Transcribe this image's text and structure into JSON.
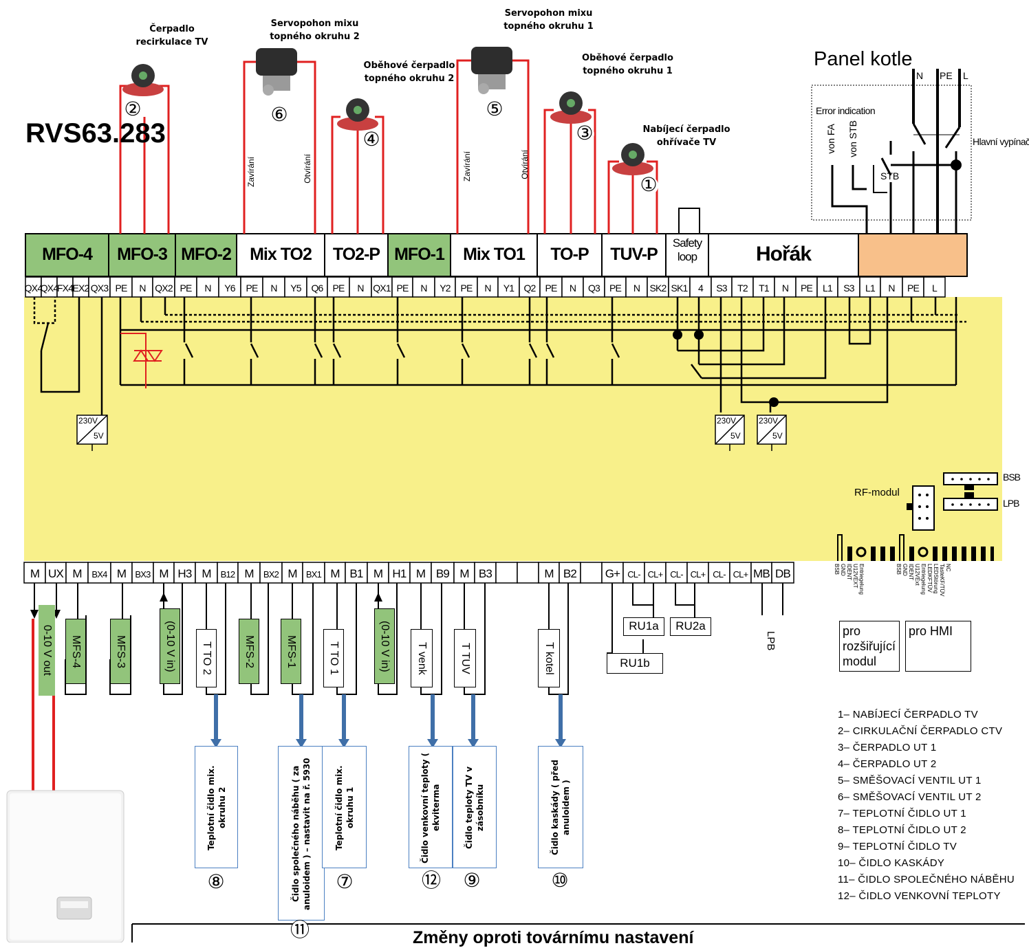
{
  "model": "RVS63.283",
  "panel_title": "Panel kotle",
  "components_top": [
    {
      "key": "c2",
      "title": "Čerpadlo recirkulace TV",
      "num": "②"
    },
    {
      "key": "c6",
      "title": "Servopohon mixu topného okruhu 2",
      "num": "⑥"
    },
    {
      "key": "c4",
      "title": "Oběhové čerpadlo topného okruhu 2",
      "num": "④"
    },
    {
      "key": "c5",
      "title": "Servopohon mixu topného okruhu 1",
      "num": "⑤"
    },
    {
      "key": "c3",
      "title": "Oběhové čerpadlo topného okruhu 1",
      "num": "③"
    },
    {
      "key": "c1",
      "title": "Nabíjecí čerpadlo ohřívače TV",
      "num": "①"
    }
  ],
  "valve_labels": {
    "close": "Zavírání",
    "open": "Otvírání"
  },
  "panel": {
    "error_indication": "Error indication",
    "von_fa": "von FA",
    "von_stb": "von STB",
    "stb": "STB",
    "n": "N",
    "pe": "PE",
    "l": "L",
    "main_switch": "Hlavní vypínač"
  },
  "top_blocks": [
    {
      "label": "MFO-4",
      "green": true
    },
    {
      "label": "MFO-3",
      "green": true
    },
    {
      "label": "MFO-2",
      "green": true
    },
    {
      "label": "Mix TO2",
      "green": false
    },
    {
      "label": "TO2-P",
      "green": false
    },
    {
      "label": "MFO-1",
      "green": true
    },
    {
      "label": "Mix TO1",
      "green": false
    },
    {
      "label": "TO-P",
      "green": false
    },
    {
      "label": "TUV-P",
      "green": false
    },
    {
      "label": "Safety loop",
      "green": false
    },
    {
      "label": "Hořák",
      "green": false
    },
    {
      "label": "",
      "green": false,
      "orange": true
    }
  ],
  "top_terminals": [
    "QX4",
    "QX4",
    "FX4",
    "EX2",
    "QX3",
    "PE",
    "N",
    "QX2",
    "PE",
    "N",
    "Y6",
    "PE",
    "N",
    "Y5",
    "Q6",
    "PE",
    "N",
    "QX1",
    "PE",
    "N",
    "Y2",
    "PE",
    "N",
    "Y1",
    "Q2",
    "PE",
    "N",
    "Q3",
    "PE",
    "N",
    "SK2",
    "SK1",
    "4",
    "S3",
    "T2",
    "T1",
    "N",
    "PE",
    "L1",
    "S3",
    "L1",
    "N",
    "PE",
    "L"
  ],
  "converter": {
    "top": "230V",
    "bottom": "5V"
  },
  "rf_module": "RF-modul",
  "bsb": "BSB",
  "lpb_conn": "LPB",
  "bottom_terminals": [
    "M",
    "UX",
    "M",
    "BX4",
    "M",
    "BX3",
    "M",
    "H3",
    "M",
    "B12",
    "M",
    "BX2",
    "M",
    "BX1",
    "M",
    "B1",
    "M",
    "H1",
    "M",
    "B9",
    "M",
    "B3",
    "",
    "",
    "M",
    "B2",
    "",
    "G+",
    "CL-",
    "CL+",
    "CL-",
    "CL+",
    "CL-",
    "CL+",
    "MB",
    "DB"
  ],
  "bottom_sensors": [
    {
      "label": "0-10 V out",
      "green": true
    },
    {
      "label": "MFS-4",
      "green": true
    },
    {
      "label": "MFS-3",
      "green": true
    },
    {
      "label": "(0-10 V in)",
      "green": true
    },
    {
      "label": "T TO 2",
      "green": false
    },
    {
      "label": "MFS-2",
      "green": true
    },
    {
      "label": "MFS-1",
      "green": true
    },
    {
      "label": "T TO 1",
      "green": false
    },
    {
      "label": "(0-10 V in)",
      "green": true
    },
    {
      "label": "T venk",
      "green": false
    },
    {
      "label": "T TUV",
      "green": false
    },
    {
      "label": "T kotel",
      "green": false
    }
  ],
  "ru": {
    "ru1a": "RU1a",
    "ru2a": "RU2a",
    "ru1b": "RU1b"
  },
  "lpb_label": "LPB",
  "pin_labels_left": [
    "BSB",
    "GND",
    "IDENT",
    "U12VEXT",
    "Entriegelung"
  ],
  "pin_labels_right": [
    "BSB",
    "GND",
    "IDENT",
    "U12VExt",
    "Entriegelung",
    "LEDKFTÜV",
    "LEDStörung",
    "TasteKF/TÜV",
    "NC"
  ],
  "module_boxes": {
    "left": "pro rozšiřující modul",
    "right": "pro HMI"
  },
  "sensor_boxes": [
    {
      "text": "Teplotní čidlo mix. okruhu 2",
      "num": "⑧"
    },
    {
      "text": "Čidlo společného náběhu ( za anuloidem ) – nastavit na ř. 5930",
      "num": "⑪"
    },
    {
      "text": "Teplotní čidlo mix. okruhu 1",
      "num": "⑦"
    },
    {
      "text": "Čidlo venkovní teploty ( ekviterma",
      "num": "⑫"
    },
    {
      "text": "Čidlo teploty TV v zásobníku",
      "num": "⑨"
    },
    {
      "text": "Čidlo kaskády ( před anuloidem )",
      "num": "⑩"
    }
  ],
  "legend": [
    "1– NABÍJECÍ ČERPADLO TV",
    "2– CIRKULAČNÍ ČERPADLO CTV",
    "3– ČERPADLO UT 1",
    "4– ČERPADLO UT 2",
    "5– SMĚŠOVACÍ VENTIL UT 1",
    "6– SMĚŠOVACÍ VENTIL UT 2",
    "7– TEPLOTNÍ ČIDLO UT 1",
    "8– TEPLOTNÍ ČIDLO UT 2",
    "9– TEPLOTNÍ ČIDLO TV",
    "10– ČIDLO KASKÁDY",
    "11– ČIDLO SPOLEČNÉHO NÁBĚHU",
    "12– ČIDLO VENKOVNÍ TEPLOTY"
  ],
  "bottom_heading": "Změny oproti továrnímu nastavení",
  "colors": {
    "board": "#f8f08a",
    "green": "#92c47b",
    "orange": "#f8c08a",
    "red": "#e02020",
    "blue": "#3f6fa8"
  }
}
